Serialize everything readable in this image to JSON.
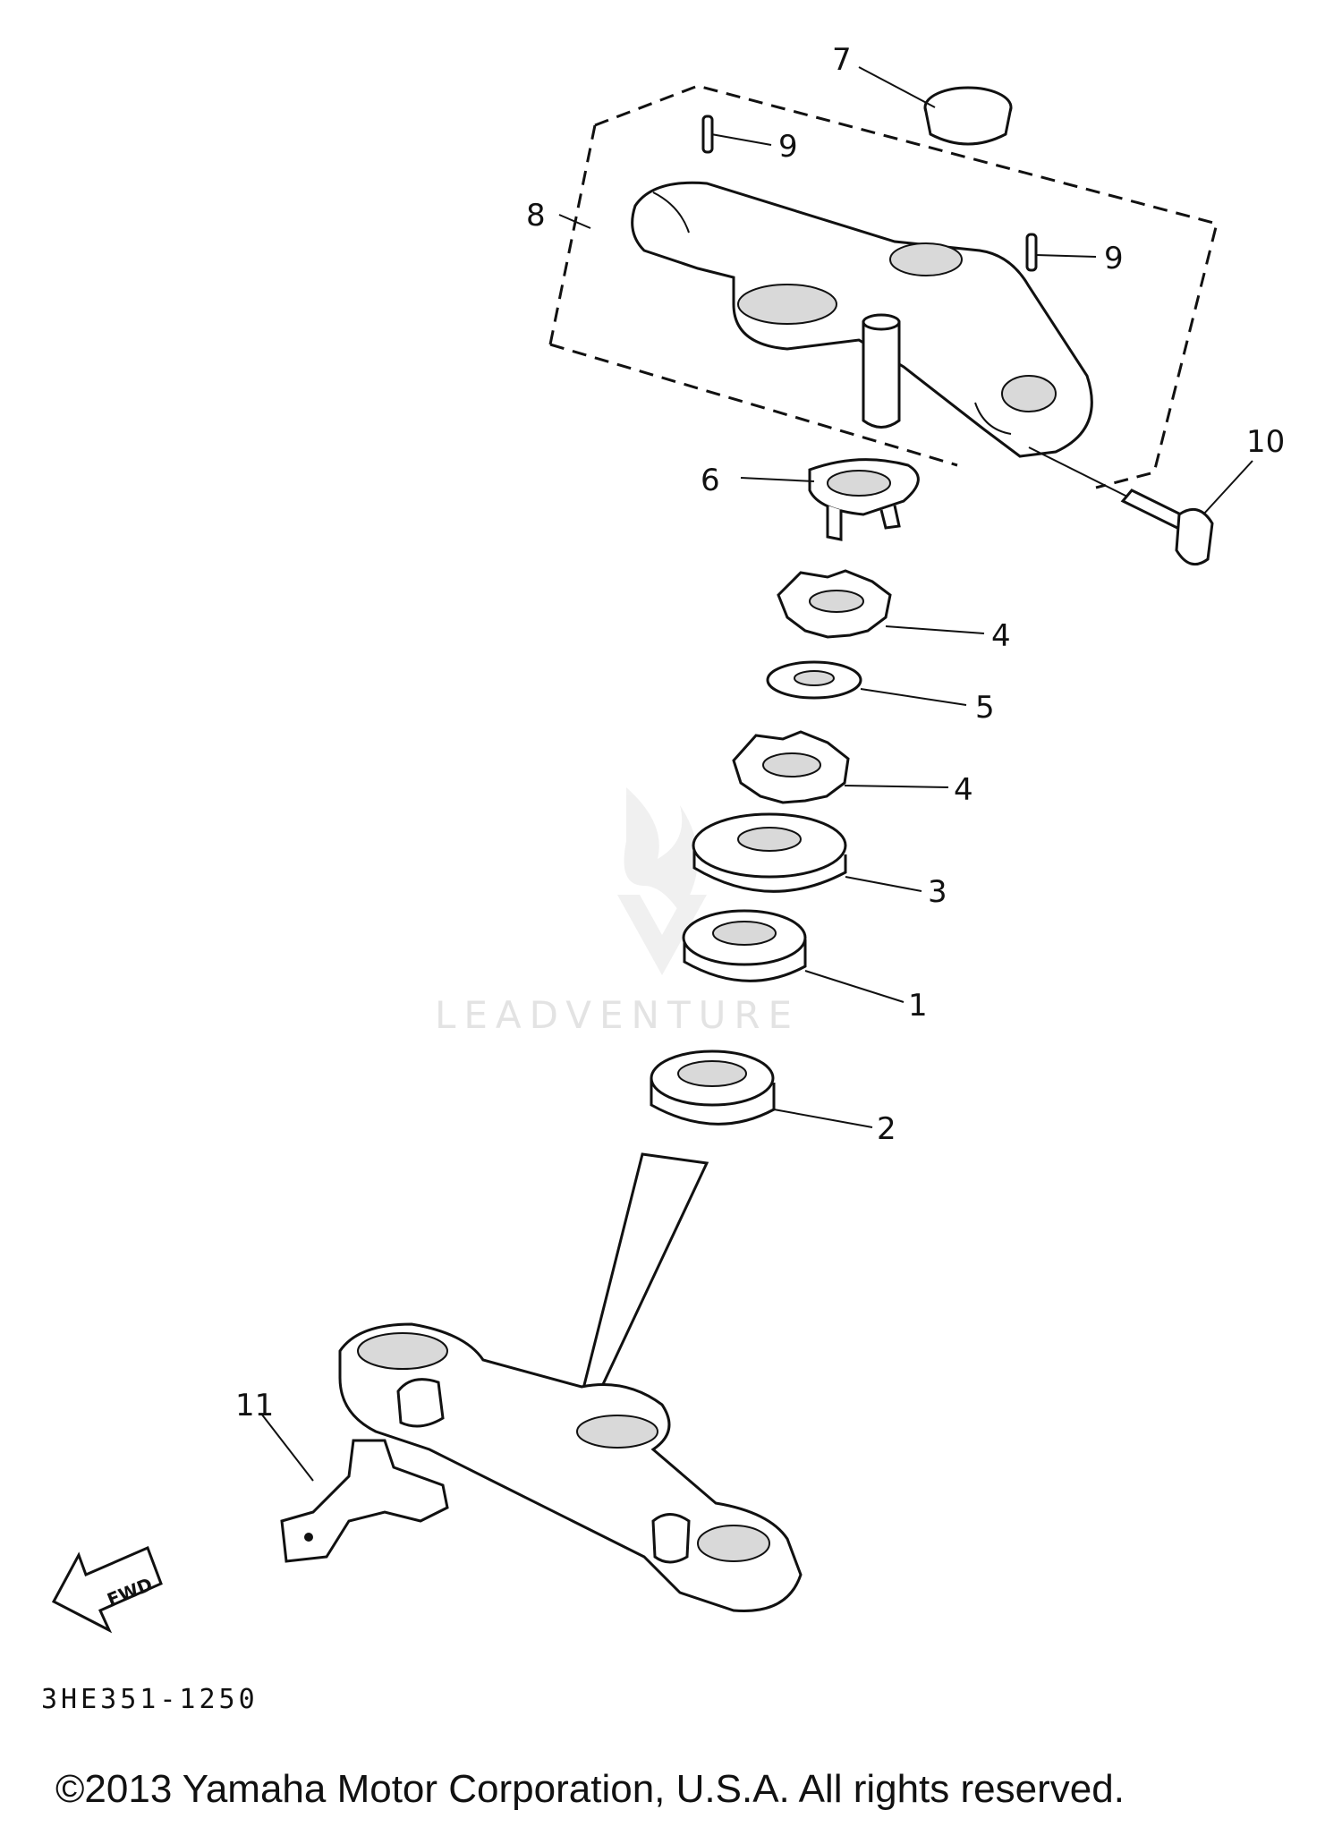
{
  "diagram": {
    "part_labels": [
      "7",
      "9",
      "8",
      "9",
      "10",
      "6",
      "4",
      "5",
      "4",
      "3",
      "1",
      "2",
      "11"
    ],
    "arrow_label": "FWD",
    "reference_code": "3HE351-1250",
    "watermark": "LEADVENTURE",
    "copyright": "©2013 Yamaha Motor Corporation, U.S.A. All rights reserved."
  }
}
